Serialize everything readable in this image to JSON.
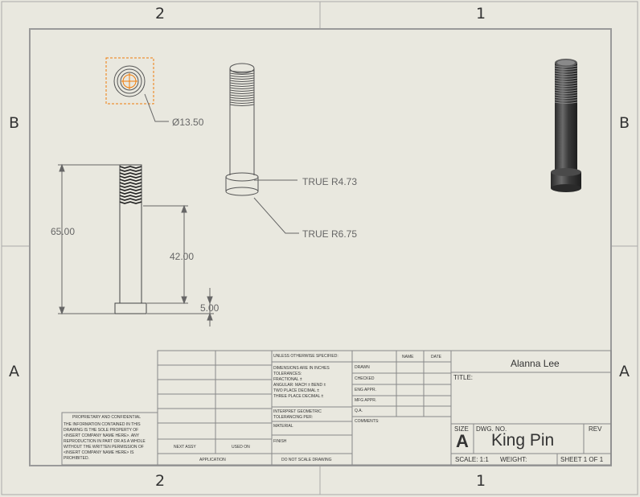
{
  "zones": {
    "top_left": "2",
    "top_right": "1",
    "bottom_left": "2",
    "bottom_right": "1",
    "left_upper": "B",
    "left_lower": "A",
    "right_upper": "B",
    "right_lower": "A"
  },
  "dimensions": {
    "diameter": "Ø13.50",
    "true_r1": "TRUE R4.73",
    "true_r2": "TRUE R6.75",
    "overall_len": "65.00",
    "shank_len": "42.00",
    "head_len": "5.00"
  },
  "title_block": {
    "unless": "UNLESS OTHERWISE SPECIFIED:",
    "name": "NAME",
    "date": "DATE",
    "dims_lines": [
      "DIMENSIONS ARE IN INCHES",
      "TOLERANCES:",
      "FRACTIONAL ±",
      "ANGULAR: MACH ±   BEND ±",
      "TWO PLACE DECIMAL    ±",
      "THREE PLACE DECIMAL   ±"
    ],
    "interpret_lines": [
      "INTERPRET GEOMETRIC",
      "TOLERANCING PER:"
    ],
    "material": "MATERIAL",
    "finish": "FINISH",
    "drawn": "DRAWN",
    "checked": "CHECKED",
    "eng_appr": "ENG APPR.",
    "mfg_appr": "MFG APPR.",
    "qa": "Q.A.",
    "comments": "COMMENTS:",
    "next_assy": "NEXT ASSY",
    "used_on": "USED ON",
    "application": "APPLICATION",
    "do_not_scale": "DO NOT SCALE DRAWING",
    "proprietary_title": "PROPRIETARY AND CONFIDENTIAL",
    "proprietary_lines": [
      "THE INFORMATION CONTAINED IN THIS",
      "DRAWING IS THE SOLE PROPERTY OF",
      "<INSERT COMPANY NAME HERE>. ANY",
      "REPRODUCTION IN PART OR AS A WHOLE",
      "WITHOUT THE WRITTEN PERMISSION OF",
      "<INSERT COMPANY NAME HERE> IS",
      "PROHIBITED."
    ],
    "company": "Alanna Lee",
    "title_label": "TITLE:",
    "size_label": "SIZE",
    "size": "A",
    "dwg_no_label": "DWG.  NO.",
    "dwg_no": "King Pin",
    "rev_label": "REV",
    "scale": "SCALE: 1:1",
    "weight": "WEIGHT:",
    "sheet": "SHEET 1 OF 1"
  },
  "colors": {
    "selection": "#f07d0b",
    "line": "#555555",
    "paper": "#e9e8df"
  }
}
